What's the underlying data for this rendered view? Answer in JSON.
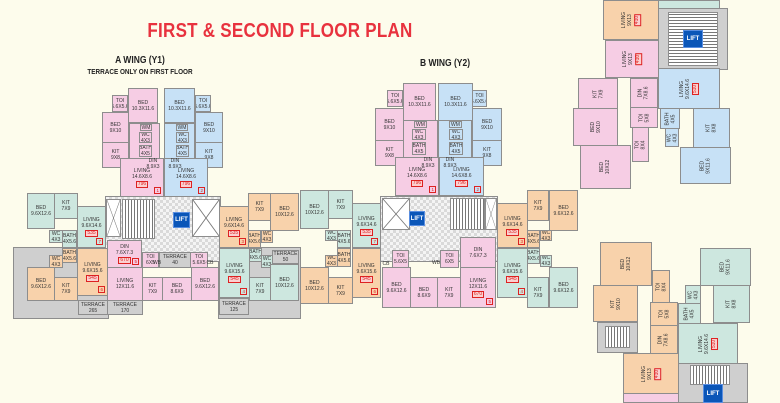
{
  "header": {
    "title": "FIRST & SECOND FLOOR PLAN",
    "a_wing": "A WING (Y1)",
    "a_wing_note": "TERRACE ONLY ON FIRST FLOOR",
    "b_wing": "B WING (Y2)"
  },
  "lift_label": "LIFT",
  "colors": {
    "p": "#f6cde4",
    "b": "#c7e1f6",
    "t": "#cde7df",
    "o": "#f8d2ab",
    "g": "#cfcfcf",
    "w": "#ffffff",
    "title": "#e8323e",
    "lift": "#0b56b8",
    "area_badge": "#d22222"
  },
  "rooms": [
    {
      "label": "TOI",
      "dims": "5.6X5.6",
      "c": "p"
    },
    {
      "label": "BED",
      "dims": "10.3X11.6",
      "c": "p"
    },
    {
      "label": "BED",
      "dims": "9X10",
      "c": "p"
    },
    {
      "label": "KIT",
      "dims": "9X8",
      "c": "p"
    },
    {
      "label": "",
      "dims": "",
      "c": "p"
    },
    {
      "label": "WM",
      "dims": "",
      "c": "p"
    },
    {
      "label": "WC",
      "dims": "4X3",
      "c": "p"
    },
    {
      "label": "BATH",
      "dims": "4X5",
      "c": "p"
    },
    {
      "label": "LIVING",
      "dims": "14.6X8.6",
      "area": "796",
      "unit": "1",
      "c": "p"
    },
    {
      "label": "DIN",
      "dims": "8.9X3",
      "c": "none"
    },
    {
      "label": "BED",
      "dims": "10.3X11.6",
      "c": "b"
    },
    {
      "label": "TOI",
      "dims": "5.6X5.6",
      "c": "b"
    },
    {
      "label": "BED",
      "dims": "9X10",
      "c": "b"
    },
    {
      "label": "KIT",
      "dims": "9X8",
      "c": "b"
    },
    {
      "label": "",
      "dims": "",
      "c": "b"
    },
    {
      "label": "WM",
      "dims": "",
      "c": "b"
    },
    {
      "label": "WC",
      "dims": "4X3",
      "c": "b"
    },
    {
      "label": "BATH",
      "dims": "4X5",
      "c": "b"
    },
    {
      "label": "LIVING",
      "dims": "14.6X8.6",
      "area": "796",
      "unit": "2",
      "c": "b"
    },
    {
      "label": "DIN",
      "dims": "8.9X3",
      "c": "none"
    },
    {
      "label": "TERRACE",
      "dims": "265",
      "c": "g"
    },
    {
      "label": "BED",
      "dims": "9.6X12.6",
      "c": "t"
    },
    {
      "label": "KIT",
      "dims": "7X9",
      "c": "t"
    },
    {
      "label": "LIVING",
      "dims": "9.6X14.6",
      "area": "535",
      "unit": "7",
      "c": "t"
    },
    {
      "label": "WC",
      "dims": "4X3",
      "c": "t"
    },
    {
      "label": "BATH",
      "dims": "4X5.6",
      "c": "t"
    },
    {
      "label": "LIVING",
      "dims": "9.6X15.6",
      "area": "545",
      "unit": "6",
      "c": "o"
    },
    {
      "label": "BED",
      "dims": "9.6X12.6",
      "c": "o"
    },
    {
      "label": "KIT",
      "dims": "7X9",
      "c": "o"
    },
    {
      "label": "WC",
      "dims": "4X3",
      "c": "o"
    },
    {
      "label": "BATH",
      "dims": "4X5.6",
      "c": "o"
    },
    {
      "label": "DIN",
      "dims": "7.6X7.3",
      "area": "670",
      "unit": "5",
      "c": "p"
    },
    {
      "label": "LIVING",
      "dims": "12X11.6",
      "c": "p"
    },
    {
      "label": "TOI",
      "dims": "6X5",
      "c": "p"
    },
    {
      "label": "TERRACE",
      "dims": "40",
      "c": "g"
    },
    {
      "label": "TOI",
      "dims": "5.6X5",
      "c": "p"
    },
    {
      "label": "KIT",
      "dims": "7X9",
      "c": "p"
    },
    {
      "label": "BED",
      "dims": "8.6X9",
      "c": "p"
    },
    {
      "label": "BED",
      "dims": "9.6X12.6",
      "c": "p"
    },
    {
      "label": "TERRACE",
      "dims": "170",
      "c": "g"
    },
    {
      "label": "WB",
      "dims": "",
      "c": "none"
    },
    {
      "label": "CB",
      "dims": "",
      "c": "none"
    },
    {
      "label": "TERRACE",
      "dims": "125",
      "c": "g"
    },
    {
      "label": "LIVING",
      "dims": "9.6X14.6",
      "area": "535",
      "unit": "3",
      "c": "o"
    },
    {
      "label": "KIT",
      "dims": "7X9",
      "c": "o"
    },
    {
      "label": "BED",
      "dims": "10X12.6",
      "c": "o"
    },
    {
      "label": "BATH",
      "dims": "4X5.6",
      "c": "o"
    },
    {
      "label": "WC",
      "dims": "4X3",
      "c": "o"
    },
    {
      "label": "LIVING",
      "dims": "9.6X15.6",
      "area": "545",
      "unit": "4",
      "c": "t"
    },
    {
      "label": "BATH",
      "dims": "4X5.6",
      "c": "t"
    },
    {
      "label": "WC",
      "dims": "4X3",
      "c": "t"
    },
    {
      "label": "TERRACE",
      "dims": "50",
      "c": "g"
    },
    {
      "label": "KIT",
      "dims": "7X9",
      "c": "t"
    },
    {
      "label": "BED",
      "dims": "10X12.6",
      "c": "t"
    },
    {
      "label": "TOI",
      "dims": "5.6X5.6",
      "c": "p"
    },
    {
      "label": "BED",
      "dims": "10.3X11.6",
      "c": "p"
    },
    {
      "label": "BED",
      "dims": "9X10",
      "c": "p"
    },
    {
      "label": "KIT",
      "dims": "9X8",
      "c": "p"
    },
    {
      "label": "",
      "dims": "",
      "c": "p"
    },
    {
      "label": "WM",
      "dims": "",
      "c": "p"
    },
    {
      "label": "WC",
      "dims": "4X3",
      "c": "p"
    },
    {
      "label": "BATH",
      "dims": "4X5",
      "c": "p"
    },
    {
      "label": "LIVING",
      "dims": "14.6X8.6",
      "area": "796",
      "unit": "1",
      "c": "p"
    },
    {
      "label": "DIN",
      "dims": "8.9X3",
      "c": "none"
    },
    {
      "label": "BED",
      "dims": "10.3X11.6",
      "c": "b"
    },
    {
      "label": "TOI",
      "dims": "5.6X5.6",
      "c": "b"
    },
    {
      "label": "BED",
      "dims": "9X10",
      "c": "b"
    },
    {
      "label": "KIT",
      "dims": "9X8",
      "c": "b"
    },
    {
      "label": "",
      "dims": "",
      "c": "b"
    },
    {
      "label": "WM",
      "dims": "",
      "c": "b"
    },
    {
      "label": "WC",
      "dims": "4X3",
      "c": "b"
    },
    {
      "label": "BATH",
      "dims": "4X5",
      "c": "b"
    },
    {
      "label": "LIVING",
      "dims": "14.6X8.6",
      "area": "796",
      "unit": "2",
      "c": "b"
    },
    {
      "label": "DIN",
      "dims": "8.9X3",
      "c": "none"
    },
    {
      "label": "BED",
      "dims": "10X12.6",
      "c": "t"
    },
    {
      "label": "KIT",
      "dims": "7X9",
      "c": "t"
    },
    {
      "label": "LIVING",
      "dims": "9.6X14.6",
      "area": "535",
      "unit": "7",
      "c": "t"
    },
    {
      "label": "WC",
      "dims": "4X3",
      "c": "t"
    },
    {
      "label": "BATH",
      "dims": "4X5.6",
      "c": "t"
    },
    {
      "label": "LIVING",
      "dims": "9.6X15.6",
      "area": "545",
      "unit": "6",
      "c": "o"
    },
    {
      "label": "BED",
      "dims": "10X12.6",
      "c": "o"
    },
    {
      "label": "KIT",
      "dims": "7X9",
      "c": "o"
    },
    {
      "label": "WC",
      "dims": "4X3",
      "c": "o"
    },
    {
      "label": "BATH",
      "dims": "4X5.6",
      "c": "o"
    },
    {
      "label": "TOI",
      "dims": "5.6X5",
      "c": "p"
    },
    {
      "label": "TOI",
      "dims": "6X5",
      "c": "p"
    },
    {
      "label": "BED",
      "dims": "9.6X12.6",
      "c": "p"
    },
    {
      "label": "BED",
      "dims": "8.6X9",
      "c": "p"
    },
    {
      "label": "KIT",
      "dims": "7X9",
      "c": "p"
    },
    {
      "label": "DIN",
      "dims": "7.6X7.3",
      "c": "p"
    },
    {
      "label": "LIVING",
      "dims": "12X11.6",
      "area": "670",
      "unit": "5",
      "c": "p"
    },
    {
      "label": "CB",
      "dims": "",
      "c": "none"
    },
    {
      "label": "WB",
      "dims": "",
      "c": "none"
    },
    {
      "label": "LIVING",
      "dims": "9.6X14.6",
      "area": "535",
      "unit": "3",
      "c": "o"
    },
    {
      "label": "KIT",
      "dims": "7X9",
      "c": "o"
    },
    {
      "label": "BED",
      "dims": "9.6X12.6",
      "c": "o"
    },
    {
      "label": "BATH",
      "dims": "4X5.6",
      "c": "o"
    },
    {
      "label": "WC",
      "dims": "4X3",
      "c": "o"
    },
    {
      "label": "LIVING",
      "dims": "9.6X15.6",
      "area": "545",
      "unit": "4",
      "c": "t"
    },
    {
      "label": "BATH",
      "dims": "4X5.6",
      "c": "t"
    },
    {
      "label": "WC",
      "dims": "4X3",
      "c": "t"
    },
    {
      "label": "KIT",
      "dims": "7X9",
      "c": "t"
    },
    {
      "label": "BED",
      "dims": "9.6X12.6",
      "c": "t"
    },
    {
      "label": "",
      "dims": "",
      "c": "t"
    },
    {
      "label": "LIVING",
      "dims": "9X13",
      "area": "410",
      "c": "o"
    },
    {
      "label": "LIVING",
      "dims": "9X13",
      "area": "410",
      "c": "p"
    },
    {
      "label": "KIT",
      "dims": "7X9",
      "c": "p"
    },
    {
      "label": "DIN",
      "dims": "7X8.6",
      "c": "p"
    },
    {
      "label": "BED",
      "dims": "9X10",
      "c": "p"
    },
    {
      "label": "TOI",
      "dims": "5X8",
      "c": "p"
    },
    {
      "label": "TOI",
      "dims": "8X4",
      "c": "p"
    },
    {
      "label": "BED",
      "dims": "10X12",
      "c": "p"
    },
    {
      "label": "LIVING",
      "dims": "9.6X14.6",
      "area": "510",
      "c": "b"
    },
    {
      "label": "BATH",
      "dims": "4X5",
      "c": "b"
    },
    {
      "label": "WC",
      "dims": "4X3",
      "c": "b"
    },
    {
      "label": "KIT",
      "dims": "8X8",
      "c": "b"
    },
    {
      "label": "BED",
      "dims": "9X11.6",
      "c": "b"
    },
    {
      "label": "BED",
      "dims": "10X12",
      "c": "o"
    },
    {
      "label": "TOI",
      "dims": "8X4",
      "c": "o"
    },
    {
      "label": "KIT",
      "dims": "9X10",
      "c": "o"
    },
    {
      "label": "TOI",
      "dims": "5X8",
      "c": "o"
    },
    {
      "label": "DIN",
      "dims": "7X8.6",
      "c": "o"
    },
    {
      "label": "LIVING",
      "dims": "9X13",
      "area": "410",
      "c": "o"
    },
    {
      "label": "BED",
      "dims": "9X11.6",
      "c": "t"
    },
    {
      "label": "WC",
      "dims": "4X3",
      "c": "t"
    },
    {
      "label": "KIT",
      "dims": "8X8",
      "c": "t"
    },
    {
      "label": "BATH",
      "dims": "4X5",
      "c": "t"
    },
    {
      "label": "LIVING",
      "dims": "9.6X14.6",
      "area": "510",
      "c": "t"
    },
    {
      "label": "",
      "dims": "",
      "c": "p"
    }
  ]
}
